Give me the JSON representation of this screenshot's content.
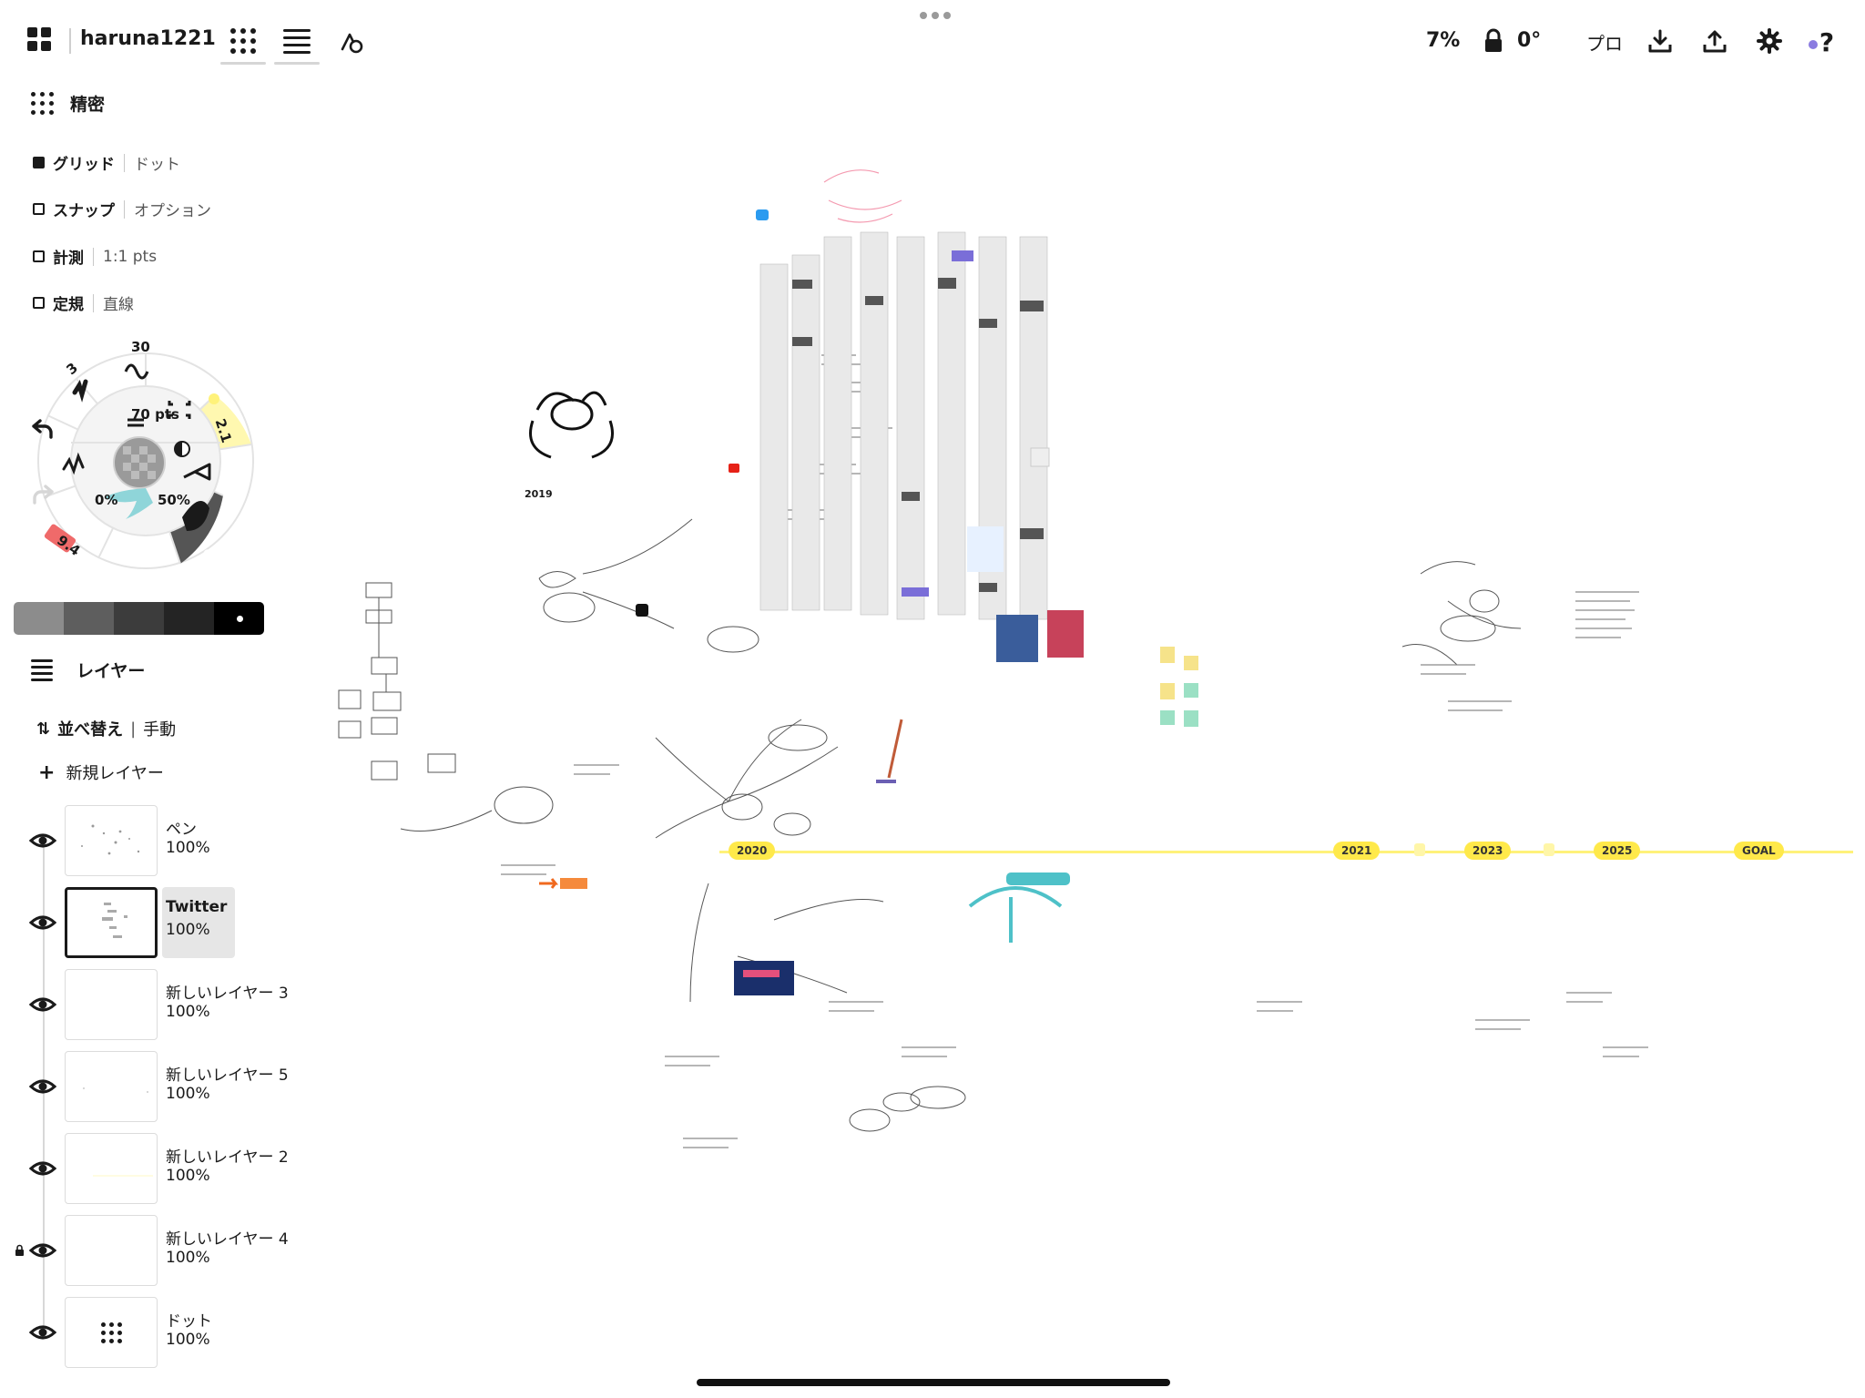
{
  "topbar": {
    "username": "haruna1221",
    "zoom": "7%",
    "rotation": "0°",
    "pro_label": "プロ",
    "icons": [
      "gallery-icon",
      "grid-dots-icon",
      "layers-icon",
      "shapes-icon",
      "lock-icon",
      "download-icon",
      "upload-icon",
      "gear-icon",
      "help-icon"
    ]
  },
  "precision": {
    "label": "精密",
    "options": [
      {
        "name": "グリッド",
        "value": "ドット",
        "checked": true
      },
      {
        "name": "スナップ",
        "value": "オプション",
        "checked": false
      },
      {
        "name": "計測",
        "value": "1:1 pts",
        "checked": false
      },
      {
        "name": "定規",
        "value": "直線",
        "checked": false
      }
    ]
  },
  "tool_wheel": {
    "size": "70 pts",
    "opacity_min": "0%",
    "opacity_max": "50%",
    "smoothing": "30",
    "pencil_size": "3",
    "marker_size": "2.1",
    "eraser_size": "9.4",
    "brush_size": "70"
  },
  "swatches": [
    "#8c8c8c",
    "#5e5e5e",
    "#3c3c3c",
    "#242424",
    "#000000"
  ],
  "layers_panel": {
    "title": "レイヤー",
    "sort_label": "並べ替え",
    "sort_value": "手動",
    "new_layer": "新規レイヤー",
    "layers": [
      {
        "name": "ペン",
        "opacity": "100%",
        "selected": false,
        "locked": false
      },
      {
        "name": "Twitter",
        "opacity": "100%",
        "selected": true,
        "locked": false
      },
      {
        "name": "新しいレイヤー 3",
        "opacity": "100%",
        "selected": false,
        "locked": false
      },
      {
        "name": "新しいレイヤー 5",
        "opacity": "100%",
        "selected": false,
        "locked": false
      },
      {
        "name": "新しいレイヤー 2",
        "opacity": "100%",
        "selected": false,
        "locked": false
      },
      {
        "name": "新しいレイヤー 4",
        "opacity": "100%",
        "selected": false,
        "locked": true
      },
      {
        "name": "ドット",
        "opacity": "100%",
        "selected": false,
        "locked": false
      }
    ]
  },
  "canvas": {
    "timeline_labels": [
      "2020",
      "2021",
      "2023",
      "2025",
      "GOAL"
    ],
    "sketch_label": "2019"
  }
}
